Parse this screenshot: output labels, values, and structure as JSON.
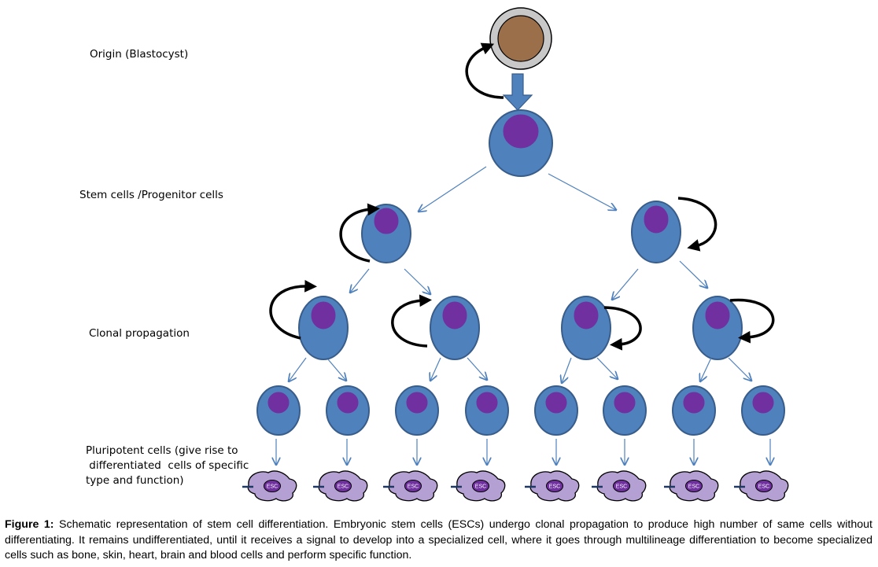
{
  "labels": {
    "origin": "Origin (Blastocyst)",
    "stem": "Stem cells /Progenitor cells",
    "clonal": "Clonal propagation",
    "pluripotent_line1": "Pluripotent cells (give rise to",
    "pluripotent_line2": " differentiated  cells of specific",
    "pluripotent_line3": "type and function)"
  },
  "caption": {
    "prefix": "Figure 1:",
    "text": " Schematic representation of stem cell differentiation. Embryonic stem cells (ESCs) undergo clonal propagation to produce high number of same cells without differentiating. It remains undifferentiated, until it receives a signal to develop into a specialized cell, where it goes through multilineage differentiation to become specialized cells such as bone, skin, heart, brain and blood cells and perform specific function."
  },
  "cell_marker": "ESC",
  "colors": {
    "blastocyst_fill": "#9b6f4a",
    "blastocyst_ring": "#c8c8c8",
    "cell_fill": "#4f81bd",
    "cell_stroke": "#385d8a",
    "nucleus": "#7030a0",
    "differentiated": "#b4a0d2",
    "arrow_line": "#4f81bd",
    "cycle_arrow": "#000000"
  },
  "icons": {
    "self_renewal": "circular-arrow-icon",
    "transition": "block-down-arrow-icon",
    "lineage": "thin-arrow-icon"
  }
}
